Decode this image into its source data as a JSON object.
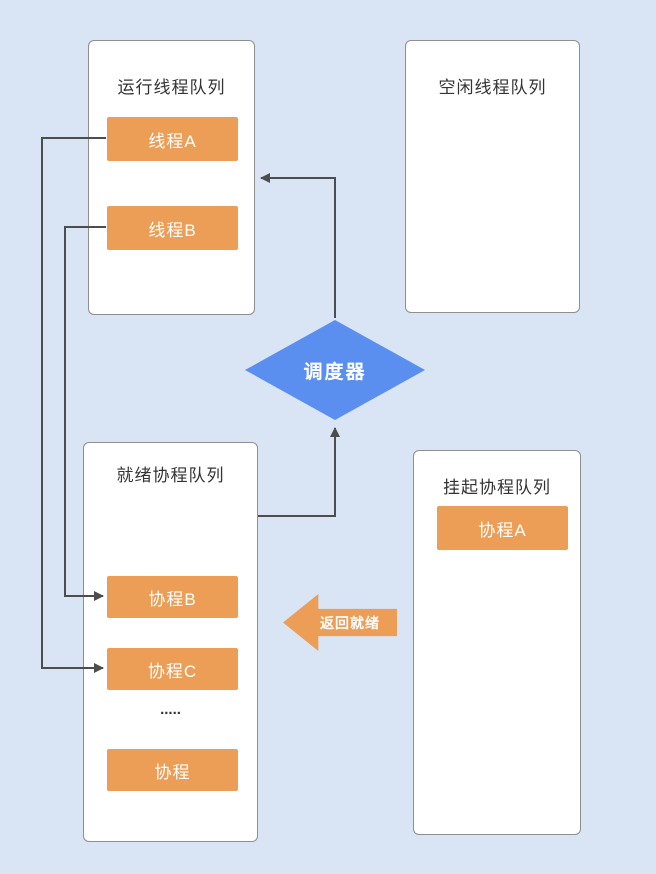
{
  "diagram": {
    "colors": {
      "background": "#d9e4f4",
      "box_fill": "#ffffff",
      "box_border": "#8f8f8f",
      "item_fill": "#ec9d56",
      "item_text": "#ffffff",
      "scheduler_fill": "#5a8ff0",
      "connector_line": "#4d4d4d"
    },
    "running_thread_queue": {
      "title": "运行线程队列",
      "items": [
        "线程A",
        "线程B"
      ]
    },
    "idle_thread_queue": {
      "title": "空闲线程队列"
    },
    "ready_coroutine_queue": {
      "title": "就绪协程队列",
      "items": [
        "协程B",
        "协程C",
        "协程"
      ],
      "ellipsis": "....."
    },
    "suspended_coroutine_queue": {
      "title": "挂起协程队列",
      "items": [
        "协程A"
      ]
    },
    "scheduler": {
      "label": "调度器"
    },
    "return_arrow": {
      "label": "返回就绪"
    }
  }
}
